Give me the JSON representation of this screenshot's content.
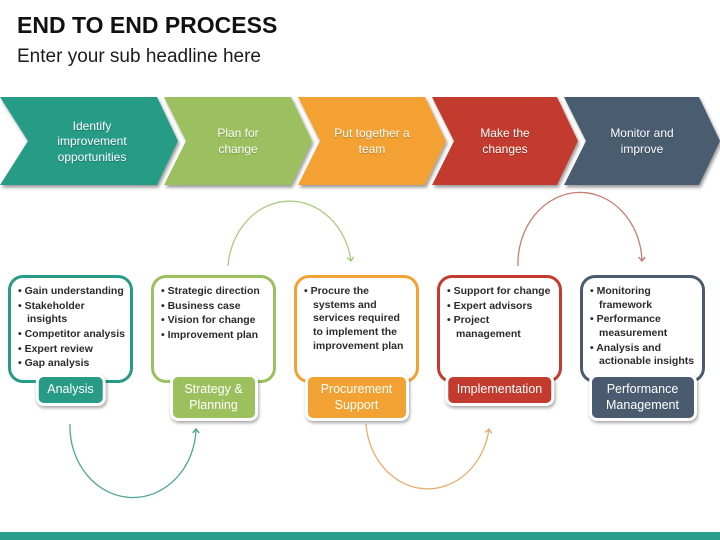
{
  "title": "END TO END PROCESS",
  "subtitle": "Enter your sub headline here",
  "steps": [
    {
      "chevron_label": "Identify improvement opportunities",
      "box_title": "Analysis",
      "color": "#279b86",
      "bullets": [
        "Gain understanding",
        "Stakeholder insights",
        "Competitor analysis",
        "Expert review",
        "Gap analysis"
      ]
    },
    {
      "chevron_label": "Plan for change",
      "box_title": "Strategy & Planning",
      "color": "#9cc05e",
      "bullets": [
        "Strategic direction",
        "Business case",
        "Vision for change",
        "Improvement plan"
      ]
    },
    {
      "chevron_label": "Put together a team",
      "box_title": "Procurement Support",
      "color": "#f2a133",
      "bullets": [
        "Procure the systems and services required to implement the improvement plan"
      ]
    },
    {
      "chevron_label": "Make the changes",
      "box_title": "Implementation",
      "color": "#c23b2e",
      "bullets": [
        "Support for change",
        "Expert advisors",
        "Project management"
      ]
    },
    {
      "chevron_label": "Monitor and improve",
      "box_title": "Performance Management",
      "color": "#4a5b70",
      "bullets": [
        "Monitoring framework",
        "Performance measurement",
        "Analysis and actionable insights"
      ]
    }
  ],
  "connectors": [
    {
      "from": "Strategy & Planning",
      "to": "Procurement Support",
      "position": "top",
      "color": "#aacb7f"
    },
    {
      "from": "Implementation",
      "to": "Performance Management",
      "position": "top",
      "color": "#c67d72"
    },
    {
      "from": "Analysis",
      "to": "Strategy & Planning",
      "position": "bottom",
      "color": "#4fa593"
    },
    {
      "from": "Procurement Support",
      "to": "Implementation",
      "position": "bottom",
      "color": "#e6ae6c"
    }
  ],
  "footer_bar_color": "#2a9d8f"
}
